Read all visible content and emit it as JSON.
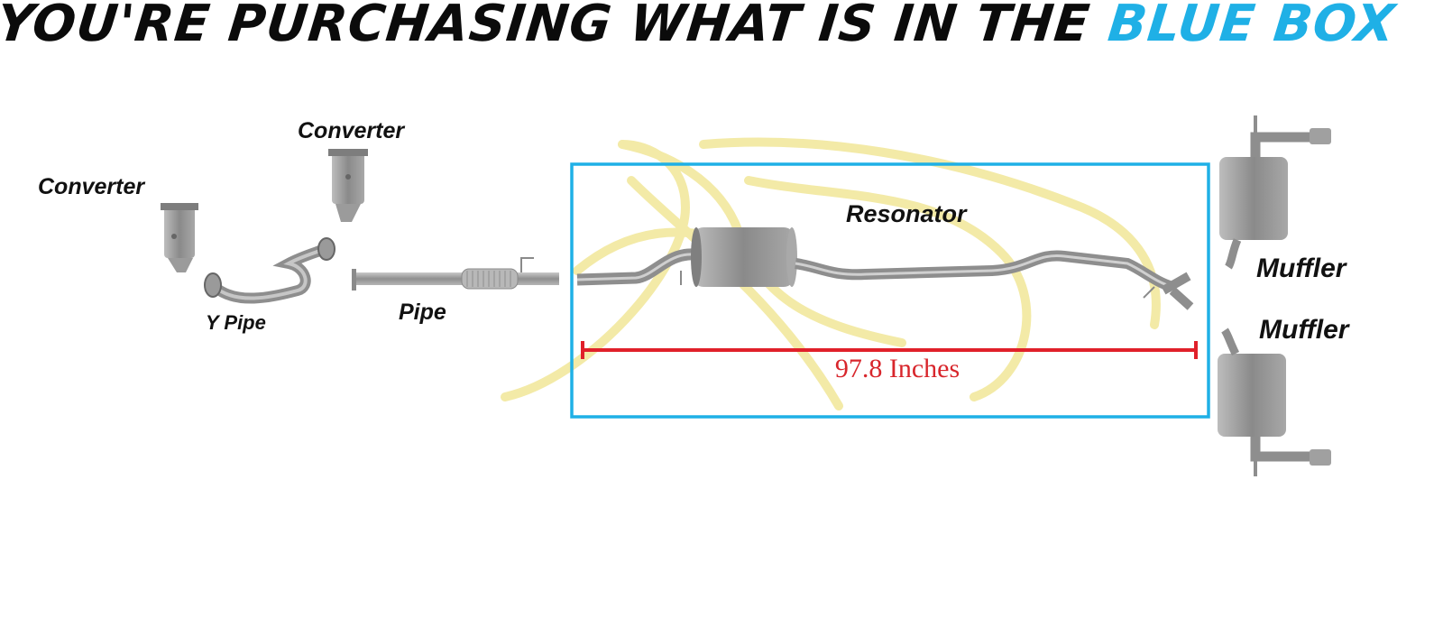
{
  "headline": {
    "prefix": "YOU'RE PURCHASING WHAT IS IN THE",
    "highlight": "BLUE BOX",
    "text_color": "#0b0b0b",
    "highlight_color": "#1fb0e6"
  },
  "labels": {
    "converter_1": "Converter",
    "converter_2": "Converter",
    "y_pipe": "Y Pipe",
    "pipe": "Pipe",
    "resonator": "Resonator",
    "muffler_1": "Muffler",
    "muffler_2": "Muffler"
  },
  "measurement": {
    "text": "97.8 Inches",
    "color": "#d8262c"
  },
  "colors": {
    "selection_box": "#1fb0e6",
    "part_metal": "#9a9a9a",
    "watermark": "#efe38a"
  }
}
